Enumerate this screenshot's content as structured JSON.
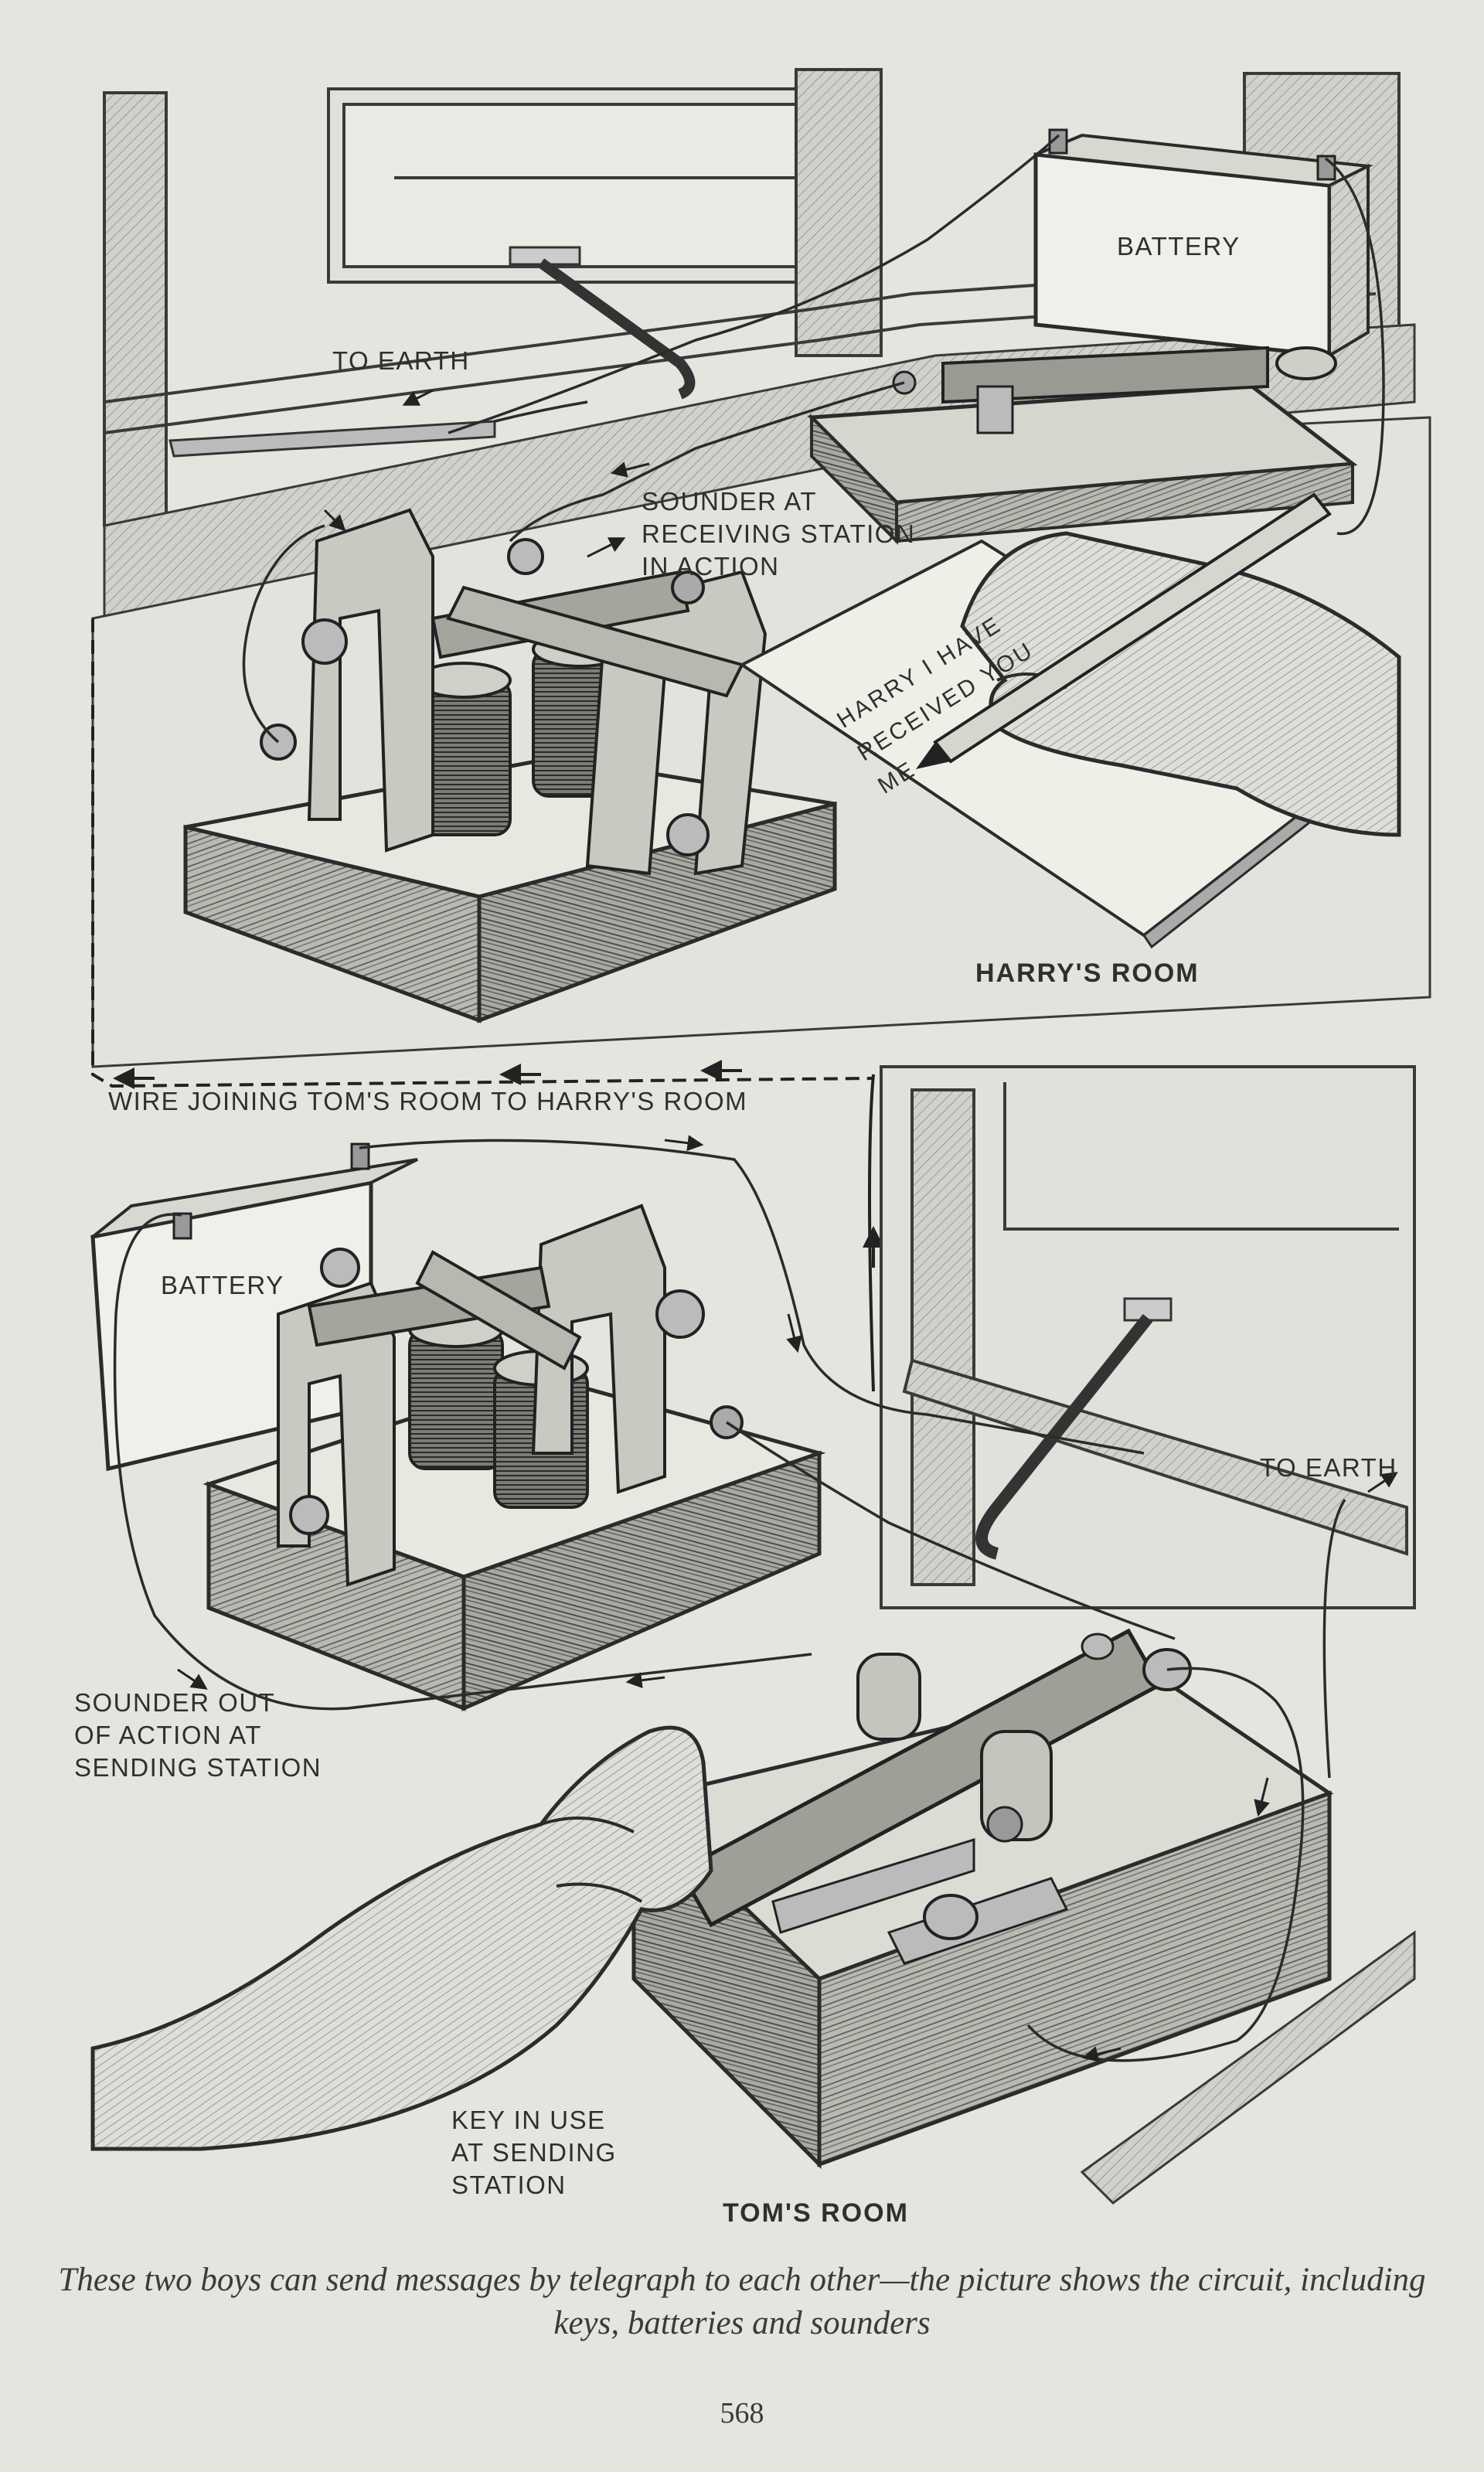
{
  "diagram": {
    "harrys_room": {
      "room_label": "HARRY'S ROOM",
      "battery_label": "BATTERY",
      "earth_label": "TO EARTH",
      "sounder_label": "SOUNDER AT\nRECEIVING STATION\nIN ACTION",
      "note_lines": [
        "HARRY I HAVE",
        "RECEIVED YOU",
        "ME"
      ]
    },
    "wire_label": "WIRE JOINING TOM'S ROOM TO HARRY'S ROOM",
    "toms_room": {
      "room_label": "TOM'S ROOM",
      "battery_label": "BATTERY",
      "earth_label": "TO EARTH",
      "sounder_label": "SOUNDER OUT\nOF ACTION AT\nSENDING STATION",
      "key_label": "KEY IN USE\nAT SENDING\nSTATION"
    }
  },
  "caption": "These two boys can send messages by telegraph to each other—the picture shows the circuit, including keys, batteries and sounders",
  "page_number": "568",
  "colors": {
    "paper": "#e4e5de",
    "ink": "#2b2b2b",
    "wood": "#8e8e88"
  }
}
